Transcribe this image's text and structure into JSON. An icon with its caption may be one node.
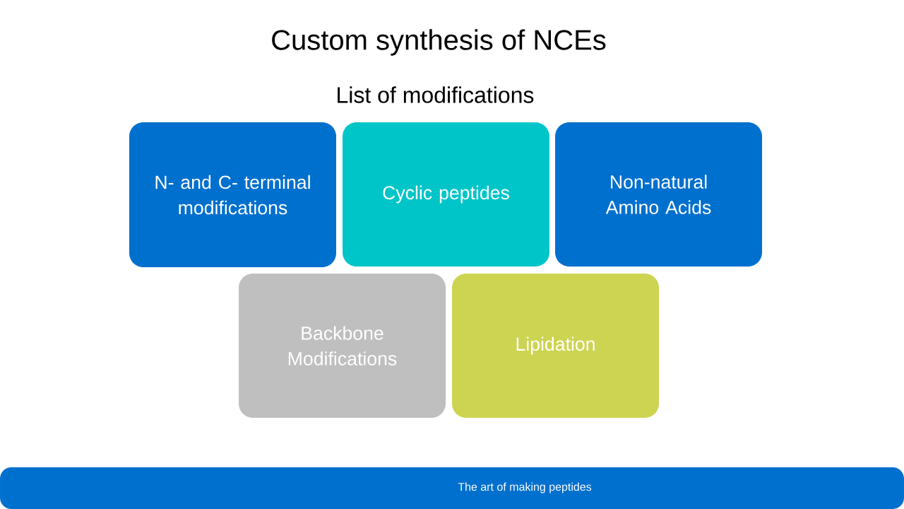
{
  "diagram": {
    "title": "Custom synthesis of NCEs",
    "nodes": [
      {
        "text": [
          "N- and C- terminal modifications"
        ]
      },
      {
        "text": [
          "Cyclic peptides"
        ]
      },
      {
        "text": [
          "Non-natural Amino Acids"
        ]
      },
      {
        "text": [
          "Backbone Modifications"
        ]
      },
      {
        "text": [
          "Lipidation"
        ]
      },
      {
        "text": [
          "The art of making peptides"
        ]
      }
    ],
    "labels": [
      "List of modifications"
    ]
  }
}
